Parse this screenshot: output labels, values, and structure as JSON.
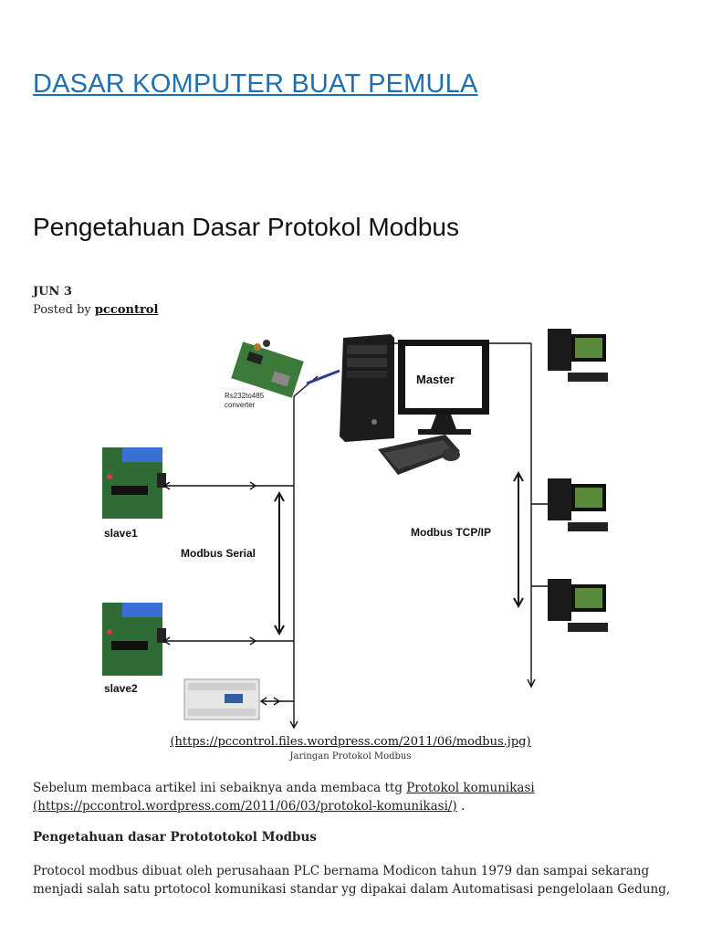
{
  "blog": {
    "title": "DASAR KOMPUTER BUAT PEMULA"
  },
  "post": {
    "title": "Pengetahuan Dasar Protokol Modbus",
    "date": "JUN 3",
    "posted_by_label": "Posted by",
    "author": "pccontrol"
  },
  "figure": {
    "link": "(https://pccontrol.files.wordpress.com/2011/06/modbus.jpg)",
    "caption": "Jaringan Protokol Modbus",
    "labels": {
      "converter_line1": "Rs232to485",
      "converter_line2": "converter",
      "master": "Master",
      "slave1": "slave1",
      "slave2": "slave2",
      "serial": "Modbus Serial",
      "tcp": "Modbus TCP/IP"
    }
  },
  "body": {
    "p1_text": "Sebelum membaca artikel ini sebaiknya anda  membaca ttg ",
    "p1_link": "Protokol komunikasi",
    "p1_url": "(https://pccontrol.wordpress.com/2011/06/03/protokol-komunikasi/)",
    "p1_end": " .",
    "heading": "Pengetahuan dasar Protototokol Modbus",
    "p2_line1": "Protocol modbus dibuat oleh perusahaan PLC bernama Modicon tahun 1979 dan sampai sekarang",
    "p2_line2": "menjadi salah satu prtotocol komunikasi  standar yg dipakai  dalam Automatisasi pengelolaan Gedung,"
  }
}
